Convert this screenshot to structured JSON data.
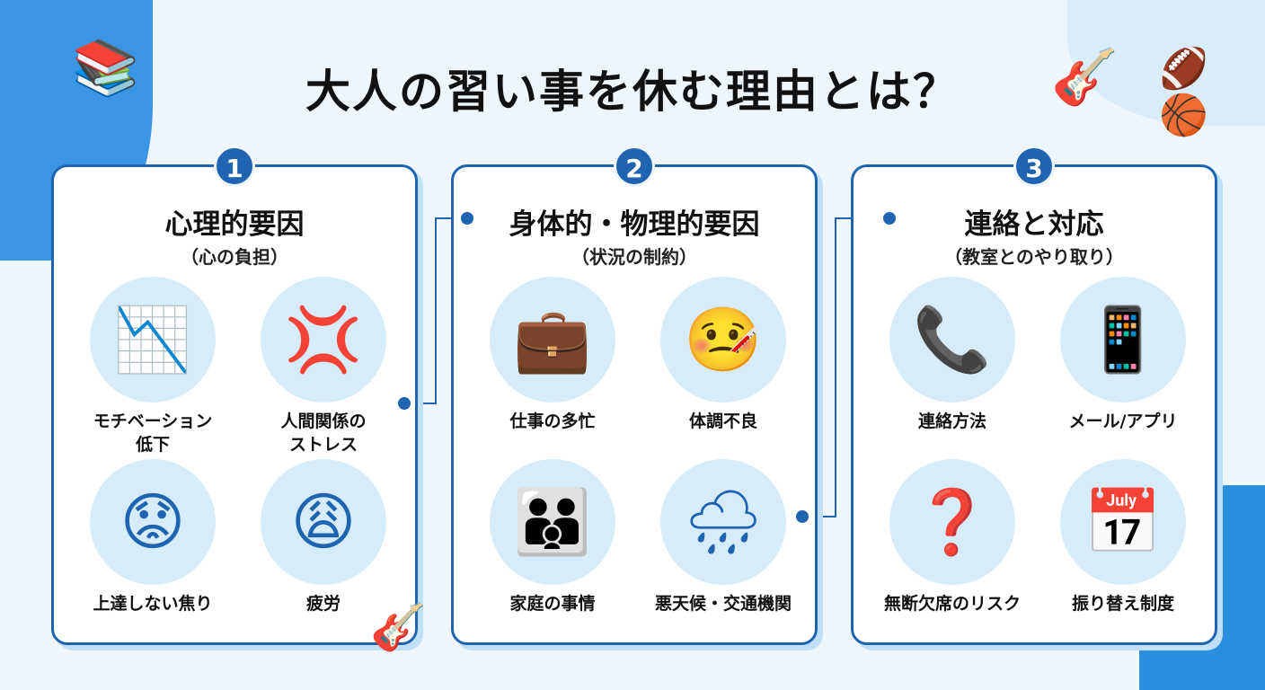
{
  "title": "大人の習い事を休む理由とは？",
  "panels": [
    {
      "number": "1",
      "title": "心理的要因",
      "subtitle": "（心の負担）",
      "items": [
        {
          "label": "モチベーション\n低下",
          "icon": "down-trend-icon",
          "glyph": "📉"
        },
        {
          "label": "人間関係の\nストレス",
          "icon": "argument-icon",
          "glyph": "💢"
        },
        {
          "label": "上達しない焦り",
          "icon": "worried-icon",
          "glyph": "😟"
        },
        {
          "label": "疲労",
          "icon": "tired-icon",
          "glyph": "😩"
        }
      ]
    },
    {
      "number": "2",
      "title": "身体的・物理的要因",
      "subtitle": "（状況の制約）",
      "items": [
        {
          "label": "仕事の多忙",
          "icon": "busy-work-icon",
          "glyph": "💼"
        },
        {
          "label": "体調不良",
          "icon": "sick-icon",
          "glyph": "🤒"
        },
        {
          "label": "家庭の事情",
          "icon": "family-icon",
          "glyph": "👪"
        },
        {
          "label": "悪天候・交通機関",
          "icon": "weather-transit-icon",
          "glyph": "🌧"
        }
      ]
    },
    {
      "number": "3",
      "title": "連絡と対応",
      "subtitle": "（教室とのやり取り）",
      "items": [
        {
          "label": "連絡方法",
          "icon": "phone-icon",
          "glyph": "📞"
        },
        {
          "label": "メール/アプリ",
          "icon": "smartphone-message-icon",
          "glyph": "📱"
        },
        {
          "label": "無断欠席のリスク",
          "icon": "question-businessman-icon",
          "glyph": "❓"
        },
        {
          "label": "振り替え制度",
          "icon": "calendar-swap-icon",
          "glyph": "📅"
        }
      ]
    }
  ],
  "colors": {
    "accent": "#1f64b0",
    "circle": "#d6ecfa"
  }
}
